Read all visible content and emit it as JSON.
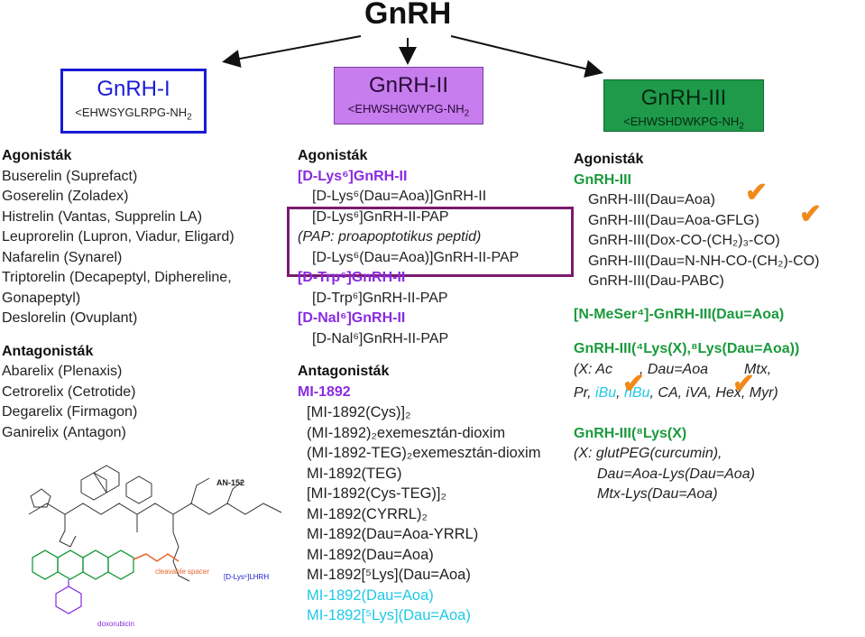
{
  "title": "GnRH",
  "boxes": [
    {
      "name": "GnRH-I",
      "seq": "<EHWSYGLRPG-NH",
      "sub": "2"
    },
    {
      "name": "GnRH-II",
      "seq": "<EHWSHGWYPG-NH",
      "sub": "2"
    },
    {
      "name": "GnRH-III",
      "seq": "<EHWSHDWKPG-NH",
      "sub": "2"
    }
  ],
  "col1": {
    "agonist_head": "Agonisták",
    "agonists": [
      "Buserelin (Suprefact)",
      "Goserelin (Zoladex)",
      "Histrelin (Vantas, Supprelin LA)",
      "Leuprorelin (Lupron, Viadur, Eligard)",
      "Nafarelin (Synarel)",
      "Triptorelin (Decapeptyl, Diphereline,",
      "Gonapeptyl)",
      "Deslorelin (Ovuplant)"
    ],
    "antagonist_head": "Antagonisták",
    "antagonists": [
      "Abarelix (Plenaxis)",
      "Cetrorelix (Cetrotide)",
      "Degarelix (Firmagon)",
      "Ganirelix (Antagon)"
    ],
    "structure": {
      "label": "AN-152",
      "spacer": "cleavable spacer",
      "dox": "doxorubicin",
      "lhrh": "[D-Lys⁶]LHRH"
    }
  },
  "col2": {
    "agonist_head": "Agonisták",
    "lines": [
      {
        "t": "[D-Lys⁶]GnRH-II",
        "c": "purple"
      },
      {
        "t": "[D-Lys⁶(Dau=Aoa)]GnRH-II",
        "c": "ind"
      },
      {
        "t": "[D-Lys⁶]GnRH-II-PAP",
        "c": "ind"
      },
      {
        "t": "(PAP: proapoptotikus peptid)",
        "c": "italic"
      },
      {
        "t": "[D-Lys⁶(Dau=Aoa)]GnRH-II-PAP",
        "c": "ind"
      },
      {
        "t": "[D-Trp⁶]GnRH-II",
        "c": "purple"
      },
      {
        "t": "[D-Trp⁶]GnRH-II-PAP",
        "c": "ind"
      },
      {
        "t": "[D-Nal⁶]GnRH-II",
        "c": "purple"
      },
      {
        "t": "[D-Nal⁶]GnRH-II-PAP",
        "c": "ind"
      }
    ],
    "antagonist_head": "Antagonisták",
    "mi_head": "MI-1892",
    "mi_items": [
      {
        "t": "[MI-1892(Cys)]₂",
        "c": "ind2"
      },
      {
        "t": "(MI-1892)₂exemesztán-dioxim",
        "c": "ind2"
      },
      {
        "t": "(MI-1892-TEG)₂exemesztán-dioxim",
        "c": "ind2"
      },
      {
        "t": "MI-1892(TEG)",
        "c": "ind2"
      },
      {
        "t": "[MI-1892(Cys-TEG)]₂",
        "c": "ind2"
      },
      {
        "t": "MI-1892(CYRRL)₂",
        "c": "ind2"
      },
      {
        "t": "MI-1892(Dau=Aoa-YRRL)",
        "c": "ind2"
      },
      {
        "t": "MI-1892(Dau=Aoa)",
        "c": "ind2"
      },
      {
        "t": "MI-1892[⁵Lys](Dau=Aoa)",
        "c": "ind2"
      },
      {
        "t": "MI-1892(Dau=Aoa)",
        "c": "cyan"
      },
      {
        "t": "MI-1892[⁵Lys](Dau=Aoa)",
        "c": "cyan"
      }
    ]
  },
  "col3": {
    "agonist_head": "Agonisták",
    "gnrh3_head": "GnRH-III",
    "gnrh3_items": [
      "GnRH-III(Dau=Aoa)",
      "GnRH-III(Dau=Aoa-GFLG)",
      "GnRH-III(Dox-CO-(CH₂)₃-CO)",
      "GnRH-III(Dau=N-NH-CO-(CH₂)-CO)",
      "GnRH-III(Dau-PABC)"
    ],
    "nmeser": "[N-MeSer⁴]-GnRH-III(Dau=Aoa)",
    "lys48_head": "GnRH-III(⁴Lys(X),⁸Lys(Dau=Aoa))",
    "lys48_line1": "(X: Ac",
    "lys48_line1b": ", Dau=Aoa",
    "lys48_line1c": "Mtx,",
    "lys48_line2_pre": "Pr, ",
    "lys48_ibu": "iBu",
    "lys48_sep": ", ",
    "lys48_nbu": "nBu",
    "lys48_line2_post": ", CA, iVA, Hex, Myr)",
    "lys8_head": "GnRH-III(⁸Lys(X)",
    "lys8_lines": [
      "(X: glutPEG(curcumin),",
      "Dau=Aoa-Lys(Dau=Aoa)",
      "Mtx-Lys(Dau=Aoa)"
    ]
  },
  "check_symbol": "✔",
  "colors": {
    "gnrh1": "#1a1ad6",
    "gnrh2": "#c77dee",
    "gnrh3": "#1e9a4a",
    "purple_text": "#8a2be2",
    "green_text": "#1a9a3c",
    "cyan_text": "#1ec9e6",
    "check": "#f08a1a"
  }
}
